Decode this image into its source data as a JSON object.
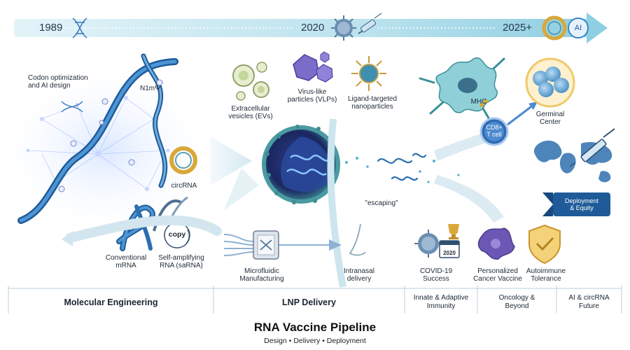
{
  "timeline": {
    "years": [
      "1989",
      "2020",
      "2025+"
    ],
    "ai_badge": "AI"
  },
  "molecular": {
    "codon": "Codon optimization\nand AI design",
    "modification": "N1mΨ",
    "circrna": "circRNA",
    "conventional": "Conventional\nmRNA",
    "copy_badge": "copy",
    "saRNA": "Self-amplifying\nRNA (saRNA)"
  },
  "delivery": {
    "evs": "Extracellular\nvesicles (EVs)",
    "vlps": "Virus-like\nparticles (VLPs)",
    "ligand": "Ligand-targeted\nnanoparticles",
    "escaping": "\"escaping\"",
    "microfluidic": "Microfluidic\nManufacturing",
    "intranasal": "Intranasal\ndelivery"
  },
  "immunity": {
    "mhc": "MHC",
    "tcell": "CD8+\nT cell",
    "germinal": "Germinal\nCenter",
    "deployment": "Deployment\n& Equity",
    "covid": "COVID-19\nSuccess",
    "covid_year": "2020",
    "cancer": "Personalized\nCancer Vaccine",
    "autoimmune": "Autoimmune\nTolerance"
  },
  "sections": [
    "Molecular Engineering",
    "LNP Delivery",
    "Innate & Adaptive\nImmunity",
    "Oncology &\nBeyond",
    "AI & circRNA\nFuture"
  ],
  "title": "RNA Vaccine Pipeline",
  "subtitle": "Design • Delivery • Deployment",
  "colors": {
    "rna_blue": "#2c6fb0",
    "timeline": "#a9dce9",
    "gold": "#d9a83a",
    "purple": "#6c57b5",
    "cell_teal": "#3b8f97"
  }
}
